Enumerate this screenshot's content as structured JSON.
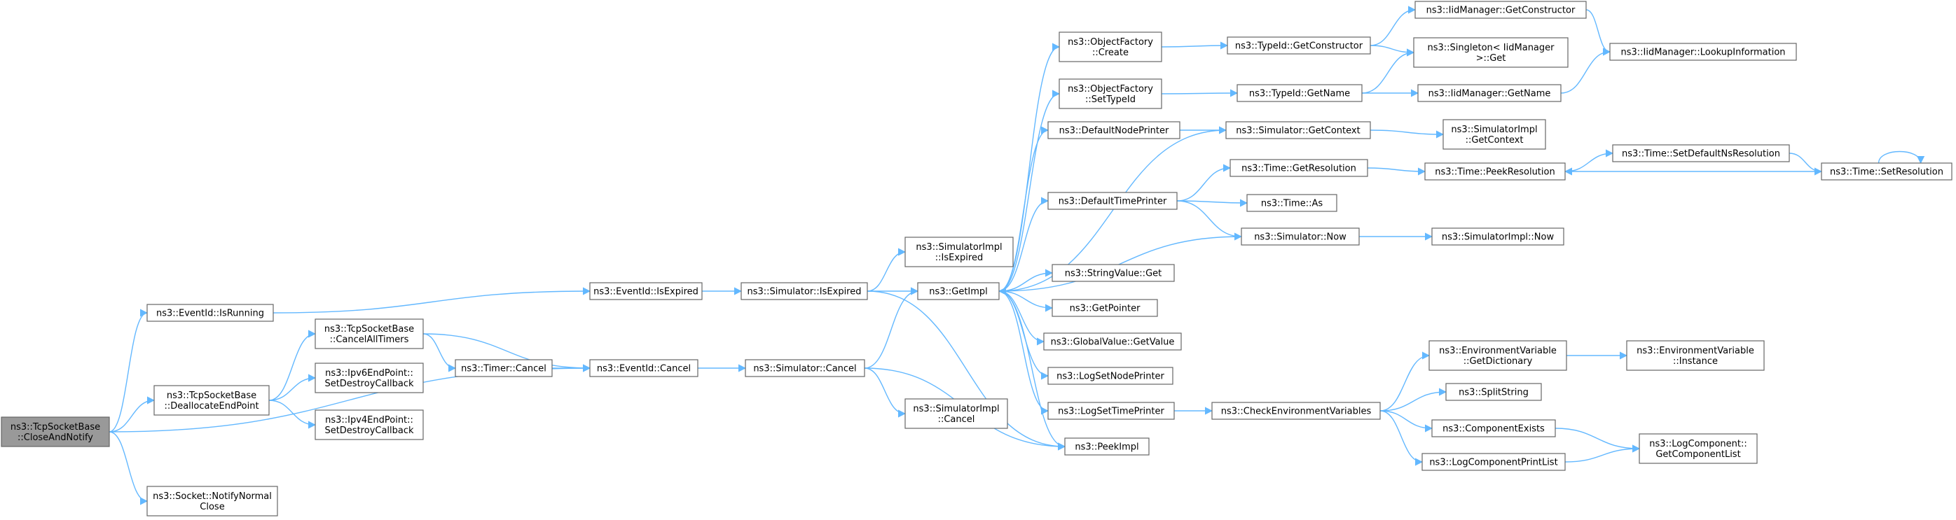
{
  "graph": {
    "root": "ns3::TcpSocketBase::CloseAndNotify",
    "nodes": [
      {
        "id": "root",
        "lines": [
          "ns3::TcpSocketBase",
          "::CloseAndNotify"
        ]
      },
      {
        "id": "evIsRunning",
        "lines": [
          "ns3::EventId::IsRunning"
        ]
      },
      {
        "id": "dealloc",
        "lines": [
          "ns3::TcpSocketBase",
          "::DeallocateEndPoint"
        ]
      },
      {
        "id": "notifyClose",
        "lines": [
          "ns3::Socket::NotifyNormal",
          "Close"
        ]
      },
      {
        "id": "cancelTimers",
        "lines": [
          "ns3::TcpSocketBase",
          "::CancelAllTimers"
        ]
      },
      {
        "id": "ipv6cb",
        "lines": [
          "ns3::Ipv6EndPoint::",
          "SetDestroyCallback"
        ]
      },
      {
        "id": "ipv4cb",
        "lines": [
          "ns3::Ipv4EndPoint::",
          "SetDestroyCallback"
        ]
      },
      {
        "id": "timerCancel",
        "lines": [
          "ns3::Timer::Cancel"
        ]
      },
      {
        "id": "evIsExpired",
        "lines": [
          "ns3::EventId::IsExpired"
        ]
      },
      {
        "id": "evCancel",
        "lines": [
          "ns3::EventId::Cancel"
        ]
      },
      {
        "id": "simIsExpired",
        "lines": [
          "ns3::Simulator::IsExpired"
        ]
      },
      {
        "id": "simCancel",
        "lines": [
          "ns3::Simulator::Cancel"
        ]
      },
      {
        "id": "implIsExpired",
        "lines": [
          "ns3::SimulatorImpl",
          "::IsExpired"
        ]
      },
      {
        "id": "getImpl",
        "lines": [
          "ns3::GetImpl"
        ]
      },
      {
        "id": "implCancel",
        "lines": [
          "ns3::SimulatorImpl",
          "::Cancel"
        ]
      },
      {
        "id": "peekImpl",
        "lines": [
          "ns3::PeekImpl"
        ]
      },
      {
        "id": "ofCreate",
        "lines": [
          "ns3::ObjectFactory",
          "::Create"
        ]
      },
      {
        "id": "ofSetTypeId",
        "lines": [
          "ns3::ObjectFactory",
          "::SetTypeId"
        ]
      },
      {
        "id": "defNodePrinter",
        "lines": [
          "ns3::DefaultNodePrinter"
        ]
      },
      {
        "id": "defTimePrinter",
        "lines": [
          "ns3::DefaultTimePrinter"
        ]
      },
      {
        "id": "strGet",
        "lines": [
          "ns3::StringValue::Get"
        ]
      },
      {
        "id": "getPointer",
        "lines": [
          "ns3::GetPointer"
        ]
      },
      {
        "id": "globalGetValue",
        "lines": [
          "ns3::GlobalValue::GetValue"
        ]
      },
      {
        "id": "logSetNode",
        "lines": [
          "ns3::LogSetNodePrinter"
        ]
      },
      {
        "id": "logSetTime",
        "lines": [
          "ns3::LogSetTimePrinter"
        ]
      },
      {
        "id": "typeGetCtor",
        "lines": [
          "ns3::TypeId::GetConstructor"
        ]
      },
      {
        "id": "typeGetName",
        "lines": [
          "ns3::TypeId::GetName"
        ]
      },
      {
        "id": "simGetContext",
        "lines": [
          "ns3::Simulator::GetContext"
        ]
      },
      {
        "id": "timeGetRes",
        "lines": [
          "ns3::Time::GetResolution"
        ]
      },
      {
        "id": "timeAs",
        "lines": [
          "ns3::Time::As"
        ]
      },
      {
        "id": "simNow",
        "lines": [
          "ns3::Simulator::Now"
        ]
      },
      {
        "id": "checkEnv",
        "lines": [
          "ns3::CheckEnvironmentVariables"
        ]
      },
      {
        "id": "iidGetCtor",
        "lines": [
          "ns3::IidManager::GetConstructor"
        ]
      },
      {
        "id": "singletonGet",
        "lines": [
          "ns3::Singleton< IidManager",
          ">::Get"
        ]
      },
      {
        "id": "iidGetName",
        "lines": [
          "ns3::IidManager::GetName"
        ]
      },
      {
        "id": "implGetContext",
        "lines": [
          "ns3::SimulatorImpl",
          "::GetContext"
        ]
      },
      {
        "id": "timePeekRes",
        "lines": [
          "ns3::Time::PeekResolution"
        ]
      },
      {
        "id": "implNow",
        "lines": [
          "ns3::SimulatorImpl::Now"
        ]
      },
      {
        "id": "envGetDict",
        "lines": [
          "ns3::EnvironmentVariable",
          "::GetDictionary"
        ]
      },
      {
        "id": "splitString",
        "lines": [
          "ns3::SplitString"
        ]
      },
      {
        "id": "compExists",
        "lines": [
          "ns3::ComponentExists"
        ]
      },
      {
        "id": "logCompPrint",
        "lines": [
          "ns3::LogComponentPrintList"
        ]
      },
      {
        "id": "iidLookup",
        "lines": [
          "ns3::IidManager::LookupInformation"
        ]
      },
      {
        "id": "timeSetDefNs",
        "lines": [
          "ns3::Time::SetDefaultNsResolution"
        ]
      },
      {
        "id": "timeSetRes",
        "lines": [
          "ns3::Time::SetResolution"
        ]
      },
      {
        "id": "envInstance",
        "lines": [
          "ns3::EnvironmentVariable",
          "::Instance"
        ]
      },
      {
        "id": "logCompGetList",
        "lines": [
          "ns3::LogComponent::",
          "GetComponentList"
        ]
      }
    ],
    "edges": [
      [
        "root",
        "evIsRunning"
      ],
      [
        "root",
        "dealloc"
      ],
      [
        "root",
        "notifyClose"
      ],
      [
        "root",
        "evCancel"
      ],
      [
        "evIsRunning",
        "evIsExpired"
      ],
      [
        "dealloc",
        "cancelTimers"
      ],
      [
        "dealloc",
        "ipv6cb"
      ],
      [
        "dealloc",
        "ipv4cb"
      ],
      [
        "cancelTimers",
        "timerCancel"
      ],
      [
        "cancelTimers",
        "evCancel"
      ],
      [
        "timerCancel",
        "evCancel"
      ],
      [
        "evIsExpired",
        "simIsExpired"
      ],
      [
        "evCancel",
        "simCancel"
      ],
      [
        "simIsExpired",
        "implIsExpired"
      ],
      [
        "simIsExpired",
        "getImpl"
      ],
      [
        "simIsExpired",
        "peekImpl"
      ],
      [
        "simCancel",
        "getImpl"
      ],
      [
        "simCancel",
        "implCancel"
      ],
      [
        "simCancel",
        "peekImpl"
      ],
      [
        "getImpl",
        "ofCreate"
      ],
      [
        "getImpl",
        "ofSetTypeId"
      ],
      [
        "getImpl",
        "defNodePrinter"
      ],
      [
        "getImpl",
        "defTimePrinter"
      ],
      [
        "getImpl",
        "strGet"
      ],
      [
        "getImpl",
        "getPointer"
      ],
      [
        "getImpl",
        "globalGetValue"
      ],
      [
        "getImpl",
        "logSetNode"
      ],
      [
        "getImpl",
        "logSetTime"
      ],
      [
        "getImpl",
        "peekImpl"
      ],
      [
        "ofCreate",
        "typeGetCtor"
      ],
      [
        "ofSetTypeId",
        "typeGetName"
      ],
      [
        "defNodePrinter",
        "simGetContext"
      ],
      [
        "simGetContext",
        "getImpl"
      ],
      [
        "simGetContext",
        "implGetContext"
      ],
      [
        "defTimePrinter",
        "timeGetRes"
      ],
      [
        "defTimePrinter",
        "timeAs"
      ],
      [
        "defTimePrinter",
        "simNow"
      ],
      [
        "simNow",
        "getImpl"
      ],
      [
        "simNow",
        "implNow"
      ],
      [
        "logSetTime",
        "checkEnv"
      ],
      [
        "typeGetCtor",
        "iidGetCtor"
      ],
      [
        "typeGetCtor",
        "singletonGet"
      ],
      [
        "typeGetName",
        "singletonGet"
      ],
      [
        "typeGetName",
        "iidGetName"
      ],
      [
        "iidGetCtor",
        "iidLookup"
      ],
      [
        "iidGetName",
        "iidLookup"
      ],
      [
        "timeGetRes",
        "timePeekRes"
      ],
      [
        "timePeekRes",
        "timeSetDefNs"
      ],
      [
        "timeSetDefNs",
        "timeSetRes"
      ],
      [
        "timeSetRes",
        "timePeekRes"
      ],
      [
        "timeSetRes",
        "timeSetRes"
      ],
      [
        "checkEnv",
        "envGetDict"
      ],
      [
        "checkEnv",
        "splitString"
      ],
      [
        "checkEnv",
        "compExists"
      ],
      [
        "checkEnv",
        "logCompPrint"
      ],
      [
        "envGetDict",
        "envInstance"
      ],
      [
        "compExists",
        "logCompGetList"
      ],
      [
        "logCompPrint",
        "logCompGetList"
      ]
    ]
  }
}
